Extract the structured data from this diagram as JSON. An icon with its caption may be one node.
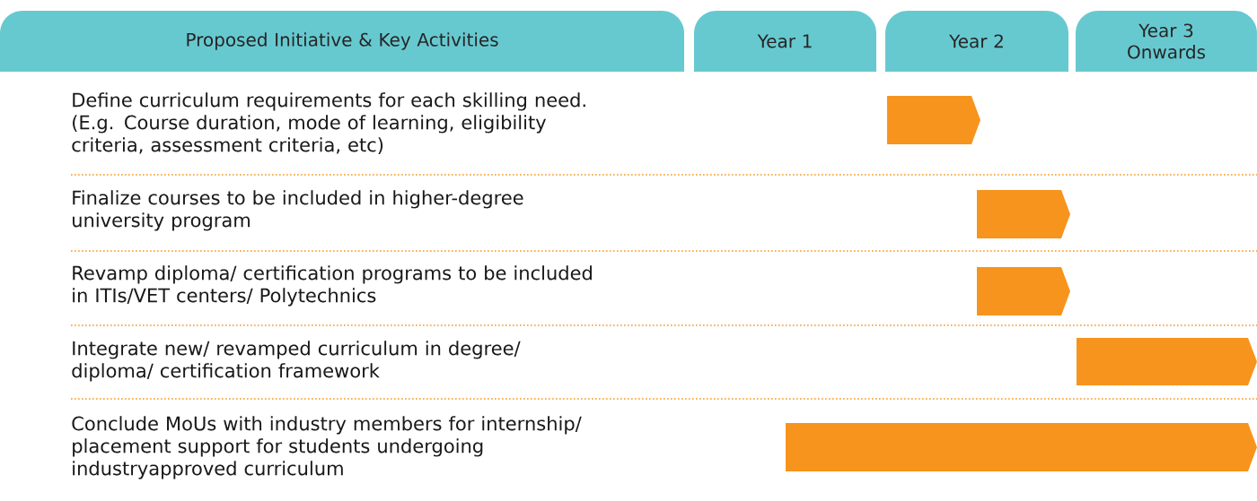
{
  "diagram": {
    "nodes": [
      {
        "text": [
          "Proposed Initiative & Key Activities"
        ]
      },
      {
        "text": [
          "Year 1"
        ]
      },
      {
        "text": [
          "Year 2"
        ]
      },
      {
        "text": [
          "Year 3 Onwards"
        ]
      },
      {
        "text": [],
        "shape": "bar"
      },
      {
        "text": [],
        "shape": "bar"
      },
      {
        "text": [],
        "shape": "bar"
      },
      {
        "text": [],
        "shape": "bar"
      },
      {
        "text": [],
        "shape": "bar"
      }
    ],
    "labels": [
      "Define curriculum requirements for each skilling need. (E.g. Course duration, mode of learning, eligibility criteria, assessment criteria, etc)",
      "Finalize courses to be included in higher-degree university program",
      "Revamp diploma/ certification programs to be included in ITIs/VET centers/ Polytechnics",
      "Integrate new/ revamped curriculum in degree/ diploma/ certification framework",
      "Conclude MoUs with industry members for internship/ placement support for students undergoing industryapproved curriculum"
    ]
  }
}
